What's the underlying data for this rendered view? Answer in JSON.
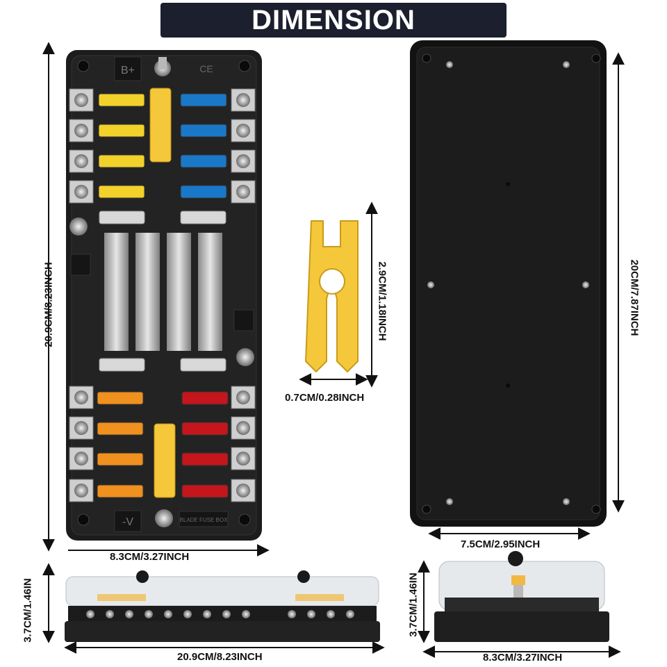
{
  "title": "DIMENSION",
  "product": {
    "pos_label": "B+",
    "neg_label_bottom": "-V",
    "ce_mark": "CE",
    "brand_text": "BLADE FUSE BOX",
    "side_minus": "—"
  },
  "dimensions": {
    "front_height": "20.9CM/8.23INCH",
    "front_width": "8.3CM/3.27INCH",
    "puller_height": "2.9CM/1.18INCH",
    "puller_width": "0.7CM/0.28INCH",
    "back_height": "20CM/7.87INCH",
    "back_width": "7.5CM/2.95INCH",
    "side_height": "3.7CM/1.46IN",
    "side_length": "20.9CM/8.23INCH",
    "end_height": "3.7CM/1.46IN",
    "end_width": "8.3CM/3.27INCH"
  },
  "colors": {
    "box": "#1c1c1c",
    "fuse_yellow": "#f3d12b",
    "fuse_blue": "#1a78c9",
    "fuse_orange": "#f0901e",
    "fuse_red": "#c4161c",
    "fuse_clear": "#d8d8d8",
    "puller": "#f4c83a"
  }
}
